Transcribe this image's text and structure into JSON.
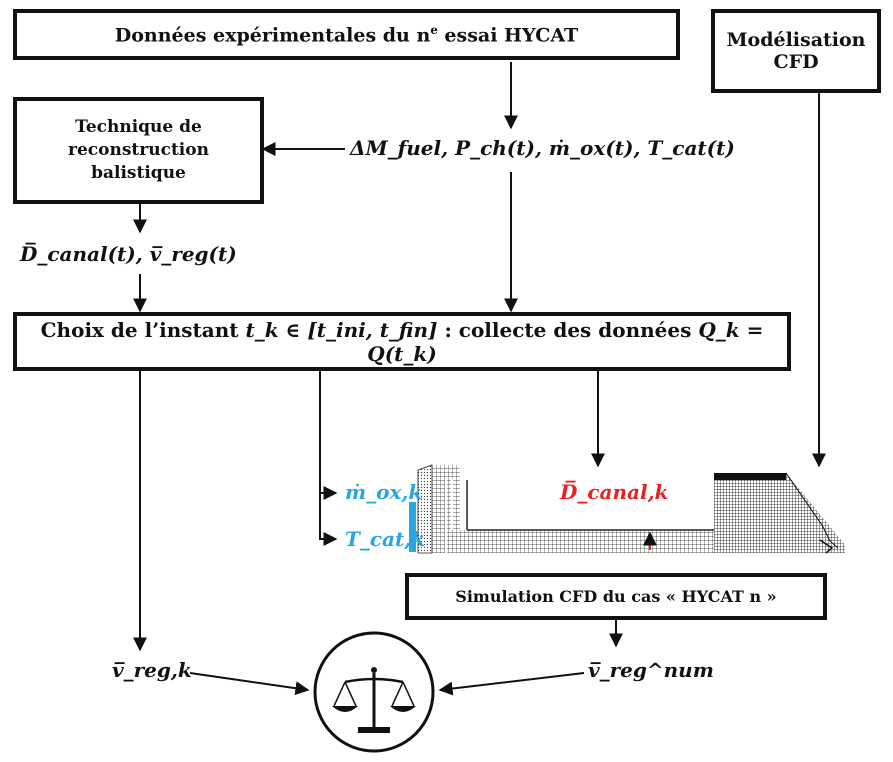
{
  "boxes": {
    "top": "Données expérimentales du n",
    "top_sup": "e",
    "top_tail": " essai HYCAT",
    "cfd_model_line1": "Modélisation",
    "cfd_model_line2": "CFD",
    "reconstruction_line1": "Technique de",
    "reconstruction_line2": "reconstruction",
    "reconstruction_line3": "balistique",
    "choice_a": "Choix de l’instant ",
    "choice_b": " : collecte des données ",
    "simulation": "Simulation CFD du cas « HYCAT n »"
  },
  "labels": {
    "measurements": "ΔM_fuel, P_ch(t), ṁ_ox(t), T_cat(t)",
    "reconstructed": "D̅_canal(t), v̅_reg(t)",
    "interval": "t_k ∈ [t_ini, t_fin]",
    "data": "Q_k = Q(t_k)",
    "mdot": "ṁ_ox,k",
    "tcat": "T_cat,k",
    "dcanal": "D̅_canal,k",
    "vreg_k": "v̅_reg,k",
    "vreg_num": "v̅_reg^num"
  },
  "colors": {
    "mdot": "#29a6e0",
    "tcat": "#29a6e0",
    "dcanal": "#e8231f"
  },
  "icons": {
    "comparison": "balance-scale-icon"
  }
}
